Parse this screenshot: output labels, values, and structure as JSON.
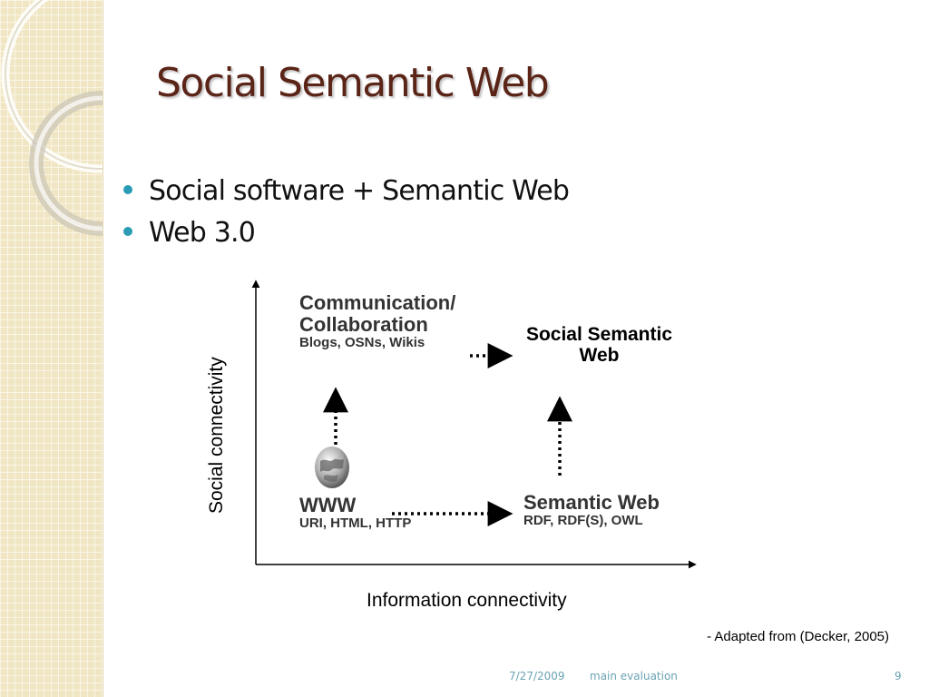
{
  "slide": {
    "title": "Social Semantic Web",
    "bullets": [
      "Social software + Semantic Web",
      "Web 3.0"
    ]
  },
  "diagram": {
    "y_axis_label": "Social connectivity",
    "x_axis_label": "Information connectivity",
    "nodes": {
      "communication": {
        "title_line1": "Communication/",
        "title_line2": "Collaboration",
        "subtitle": "Blogs, OSNs, Wikis"
      },
      "social_semantic_web": {
        "line1": "Social Semantic",
        "line2": "Web"
      },
      "www": {
        "title": "WWW",
        "subtitle": "URI, HTML, HTTP"
      },
      "semantic_web": {
        "title": "Semantic Web",
        "subtitle": "RDF, RDF(S), OWL"
      }
    },
    "credit": "- Adapted from (Decker, 2005)"
  },
  "footer": {
    "date": "7/27/2009",
    "name": "main evaluation",
    "page": "9"
  },
  "colors": {
    "title": "#5a2417",
    "bullet": "#2a9bb5",
    "footer": "#6aa3b3",
    "strip": "#f1e6c4"
  }
}
